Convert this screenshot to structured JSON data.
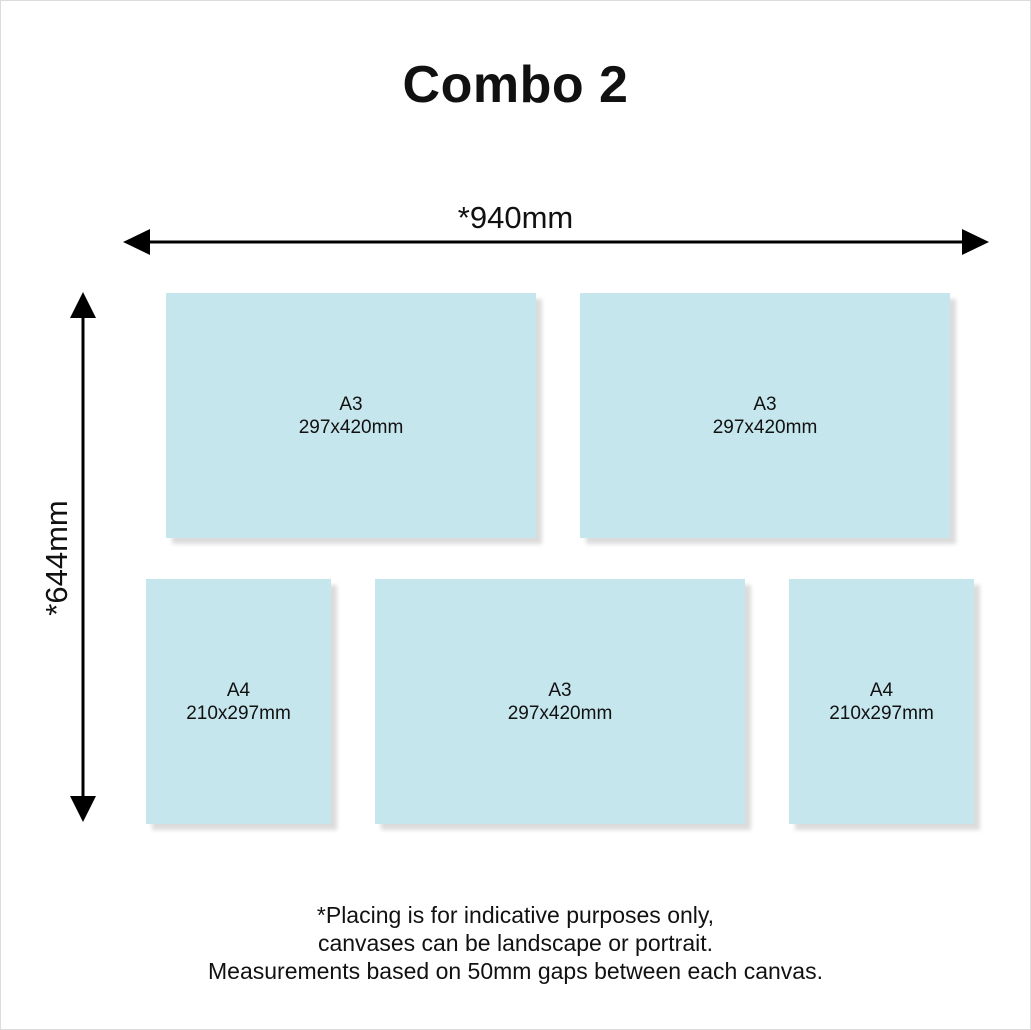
{
  "title": "Combo 2",
  "dimensions": {
    "width_label": "*940mm",
    "height_label": "*644mm"
  },
  "canvases": [
    {
      "size": "A3",
      "dims": "297x420mm"
    },
    {
      "size": "A3",
      "dims": "297x420mm"
    },
    {
      "size": "A4",
      "dims": "210x297mm"
    },
    {
      "size": "A3",
      "dims": "297x420mm"
    },
    {
      "size": "A4",
      "dims": "210x297mm"
    }
  ],
  "notes": [
    "*Placing is for indicative purposes only,",
    "canvases can be landscape or portrait.",
    "Measurements based on 50mm gaps between each canvas."
  ],
  "colors": {
    "canvas_fill": "#c5e6ed",
    "arrow": "#000000",
    "border": "#dcdcdc"
  }
}
